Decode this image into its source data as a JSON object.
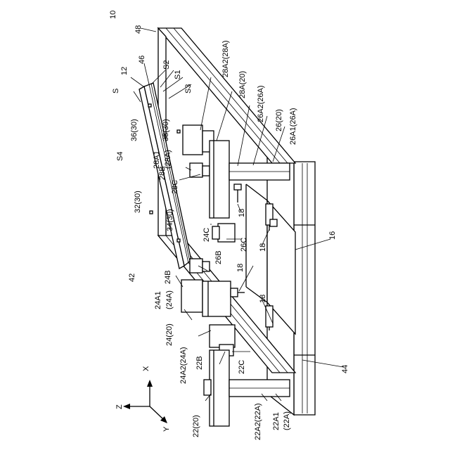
{
  "figure": {
    "labels": {
      "ref_10": "10",
      "ref_48": "48",
      "ref_46": "46",
      "ref_12": "12",
      "ref_S": "S",
      "ref_S1": "S1",
      "ref_S2": "S2",
      "ref_S3": "S3",
      "ref_S4": "S4",
      "ref_36_30": "36(30)",
      "ref_38_30": "38(30)",
      "ref_32_30": "32(30)",
      "ref_34_30": "34(30)",
      "ref_28A1": "28A1",
      "ref_28A_paren": "(28A)",
      "ref_28B": "28B",
      "ref_28C": "28C",
      "ref_28A2_28A": "28A2(28A)",
      "ref_28A_20": "28A(20)",
      "ref_26A2_26A": "26A2(26A)",
      "ref_26_20": "26(20)",
      "ref_26A1_26A": "26A1(26A)",
      "ref_18a": "18",
      "ref_18b": "18",
      "ref_18c": "18",
      "ref_18d": "18",
      "ref_24C": "24C",
      "ref_26B": "26B",
      "ref_26C": "26C",
      "ref_16": "16",
      "ref_42": "42",
      "ref_24B": "24B",
      "ref_24A1": "24A1",
      "ref_24A_paren": "(24A)",
      "ref_24_20": "24(20)",
      "ref_24A2_24A": "24A2(24A)",
      "ref_22B": "22B",
      "ref_22C": "22C",
      "ref_44": "44",
      "ref_22_20": "22(20)",
      "ref_22A2_22A": "22A2(22A)",
      "ref_22A1": "22A1",
      "ref_22A_paren": "(22A)",
      "axis_X": "X",
      "axis_Y": "Y",
      "axis_Z": "Z"
    }
  }
}
